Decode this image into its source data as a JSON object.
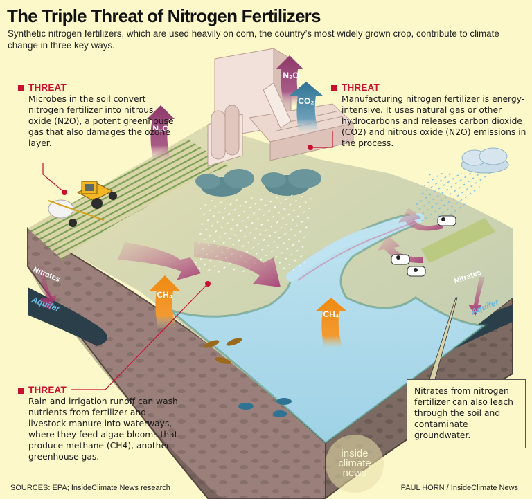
{
  "header": {
    "title": "The Triple Threat of Nitrogen Fertilizers",
    "subtitle": "Synthetic nitrogen fertilizers, which are used heavily on corn, the country’s most widely grown crop, contribute to climate change in three key ways."
  },
  "callouts": {
    "field": {
      "heading": "THREAT",
      "text": "Microbes in the soil convert nitrogen fertilizer into nitrous oxide (N2O), a potent greenhouse gas that also damages the ozone layer."
    },
    "factory": {
      "heading": "THREAT",
      "text": "Manufacturing nitrogen fertilizer is energy-intensive. It uses natural gas or other hydrocarbons and releases carbon dioxide (CO2) and nitrous oxide (N2O) emissions in the process."
    },
    "runoff": {
      "heading": "THREAT",
      "text": "Rain and irrigation runoff can wash nutrients from fertilizer and livestock manure into waterways, where they feed algae blooms that produce methane (CH4), another greenhouse gas."
    },
    "groundwater": {
      "text": "Nitrates from nitrogen fertilizer can also leach through the soil and contaminate groundwater."
    }
  },
  "labels": {
    "n2o": "N2O",
    "co2": "CO2",
    "ch4": "CH4",
    "nitrates": "Nitrates",
    "aquifer": "Aquifer"
  },
  "colors": {
    "background": "#fdf8c9",
    "threat_red": "#c8102e",
    "n2o_arrow": "#8e3a6c",
    "co2_arrow": "#2f7394",
    "ch4_arrow": "#f08a12",
    "soil": "#9a7f7a",
    "aquifer": "#2b3f4a",
    "water": "#a9d8ea",
    "field": "#cdd5b0"
  },
  "footer": {
    "sources": "SOURCES: EPA; InsideClimate News research",
    "credit": "PAUL HORN / InsideClimate News",
    "watermark": [
      "inside",
      "climate",
      "news"
    ]
  }
}
